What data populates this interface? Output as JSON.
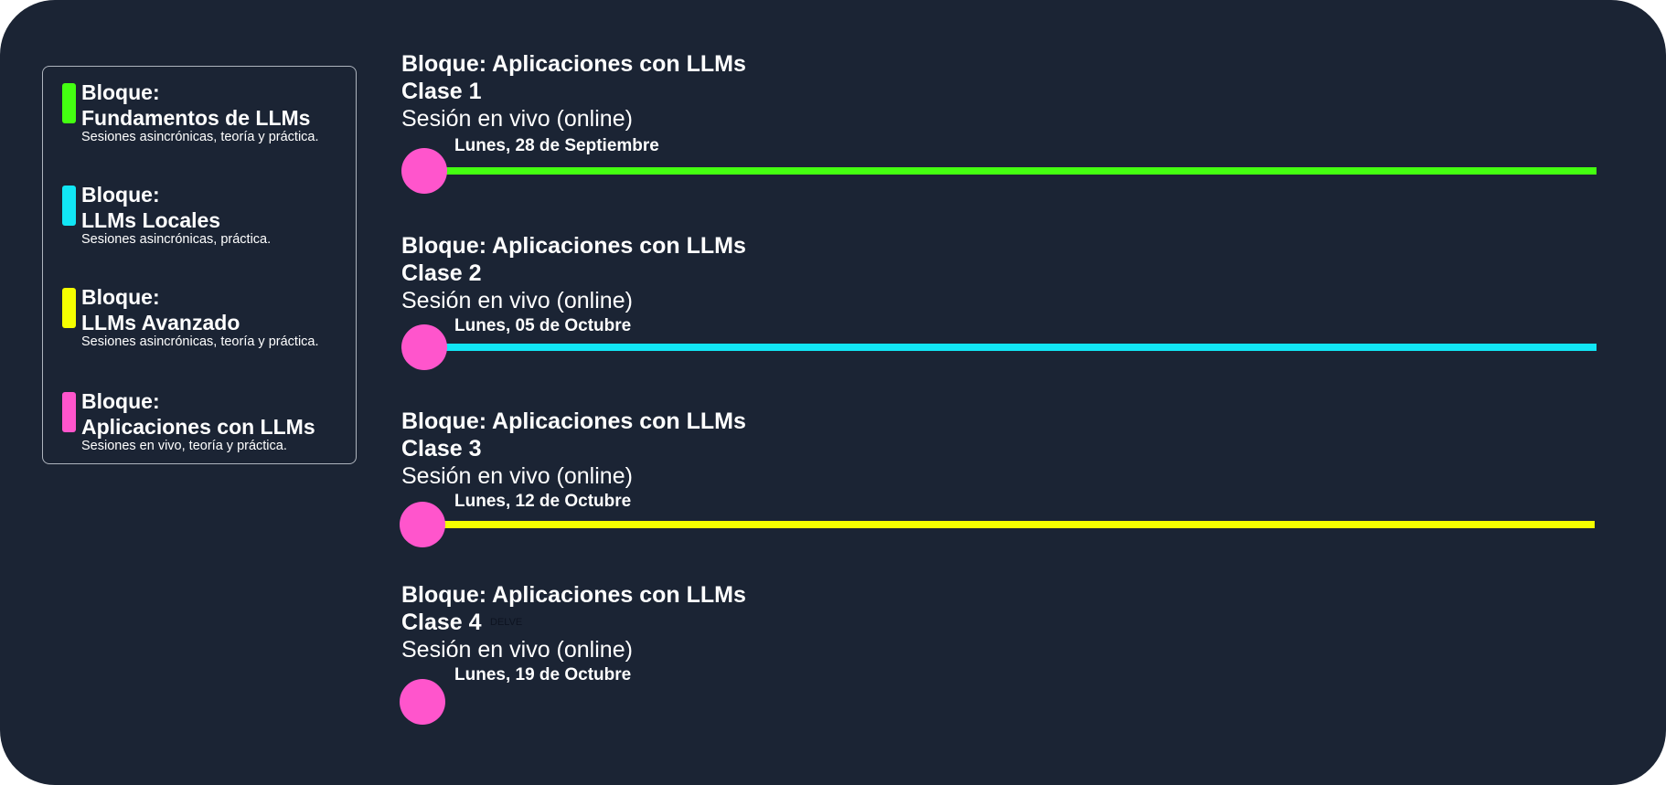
{
  "colors": {
    "background": "#1b2434",
    "fundamentos": "#44ff11",
    "locales": "#11e6f5",
    "avanzado": "#f5ff00",
    "aplicaciones": "#ff55cc"
  },
  "legend": {
    "items": [
      {
        "title_line1": "Bloque:",
        "title_line2": "Fundamentos de LLMs",
        "desc": "Sesiones asincrónicas, teoría y práctica.",
        "color": "#44ff11"
      },
      {
        "title_line1": "Bloque:",
        "title_line2": "LLMs Locales",
        "desc": "Sesiones asincrónicas, práctica.",
        "color": "#11e6f5"
      },
      {
        "title_line1": "Bloque:",
        "title_line2": "LLMs Avanzado",
        "desc": "Sesiones asincrónicas, teoría y práctica.",
        "color": "#f5ff00"
      },
      {
        "title_line1": "Bloque:",
        "title_line2": "Aplicaciones con LLMs",
        "desc": "Sesiones en vivo, teoría y práctica.",
        "color": "#ff55cc"
      }
    ]
  },
  "sessions": [
    {
      "block": "Bloque: Aplicaciones con LLMs",
      "class": "Clase 1",
      "mode": "Sesión en vivo (online)",
      "date": "Lunes, 28 de Septiembre",
      "line_color": "#44ff11"
    },
    {
      "block": "Bloque: Aplicaciones con LLMs",
      "class": "Clase 2",
      "mode": "Sesión en vivo (online)",
      "date": "Lunes, 05 de Octubre",
      "line_color": "#11e6f5"
    },
    {
      "block": "Bloque: Aplicaciones con LLMs",
      "class": "Clase 3",
      "mode": "Sesión en vivo (online)",
      "date": "Lunes, 12 de Octubre",
      "line_color": "#f5ff00"
    },
    {
      "block": "Bloque: Aplicaciones con LLMs",
      "class": "Clase 4",
      "mode": "Sesión en vivo (online)",
      "date": "Lunes, 19 de Octubre",
      "line_color": ""
    }
  ],
  "watermark": "DELVE"
}
